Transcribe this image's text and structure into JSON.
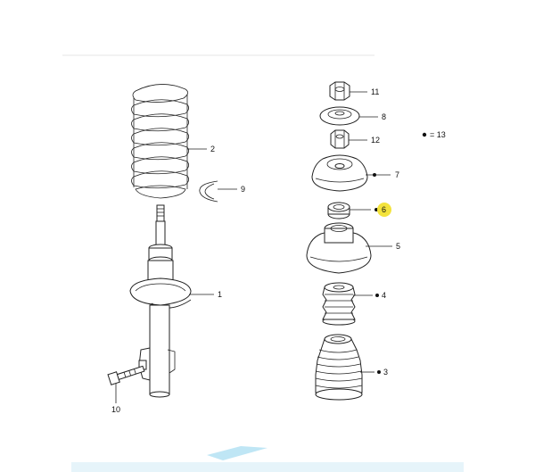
{
  "legend": {
    "note": "= 13"
  },
  "callouts": {
    "c1": "1",
    "c2": "2",
    "c3": "3",
    "c4": "4",
    "c5": "5",
    "c6": "6",
    "c7": "7",
    "c8": "8",
    "c9": "9",
    "c10": "10",
    "c11": "11",
    "c12": "12"
  },
  "colors": {
    "highlight": "#f3e33c",
    "ink": "#222222",
    "accent_bar": "#bfe6f5"
  }
}
